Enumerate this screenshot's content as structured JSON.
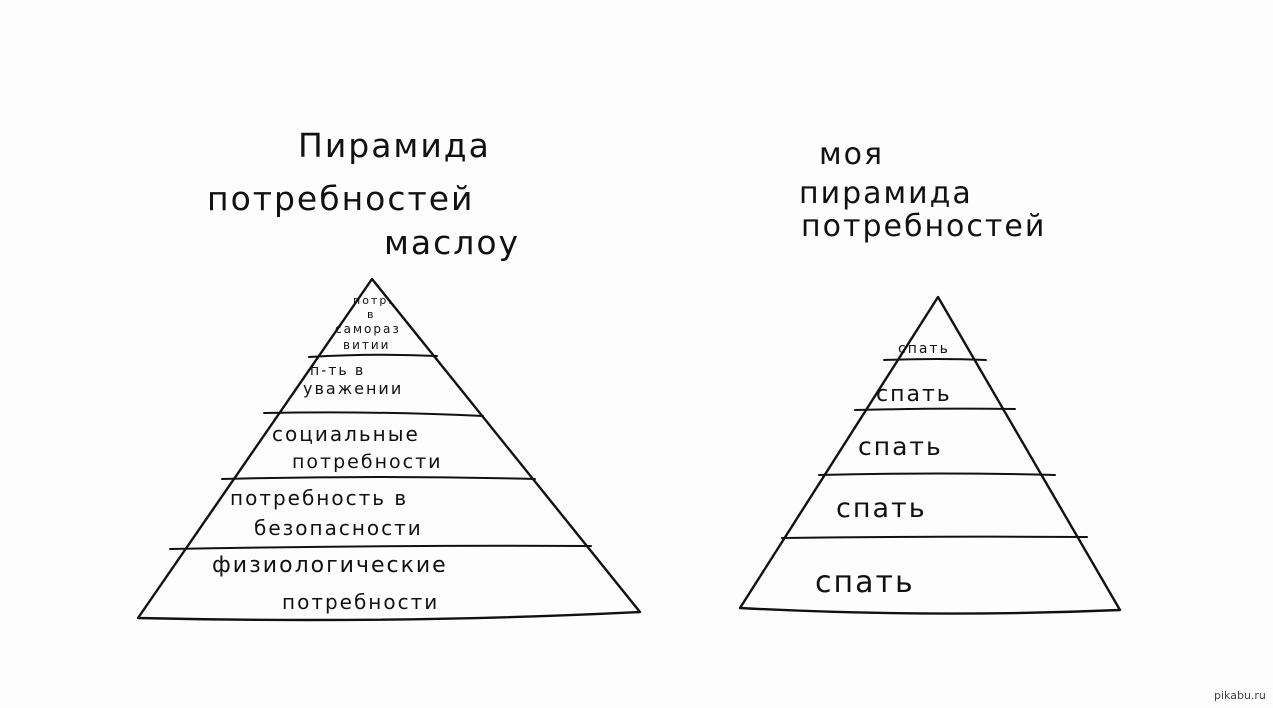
{
  "left": {
    "title": [
      "Пирамида",
      "потребностей",
      "маслоу"
    ],
    "tiers": [
      [
        "потр.",
        "в",
        "самораз",
        "витии"
      ],
      [
        "п-ть в",
        "уважении"
      ],
      [
        "социальные",
        "потребности"
      ],
      [
        "потребность в",
        "безопасности"
      ],
      [
        "физиологические",
        "потребности"
      ]
    ]
  },
  "right": {
    "title": [
      "моя",
      "пирамида",
      "потребностей"
    ],
    "tiers": [
      "спать",
      "спать",
      "спать",
      "спать",
      "спать"
    ]
  },
  "watermark": "pikabu.ru"
}
